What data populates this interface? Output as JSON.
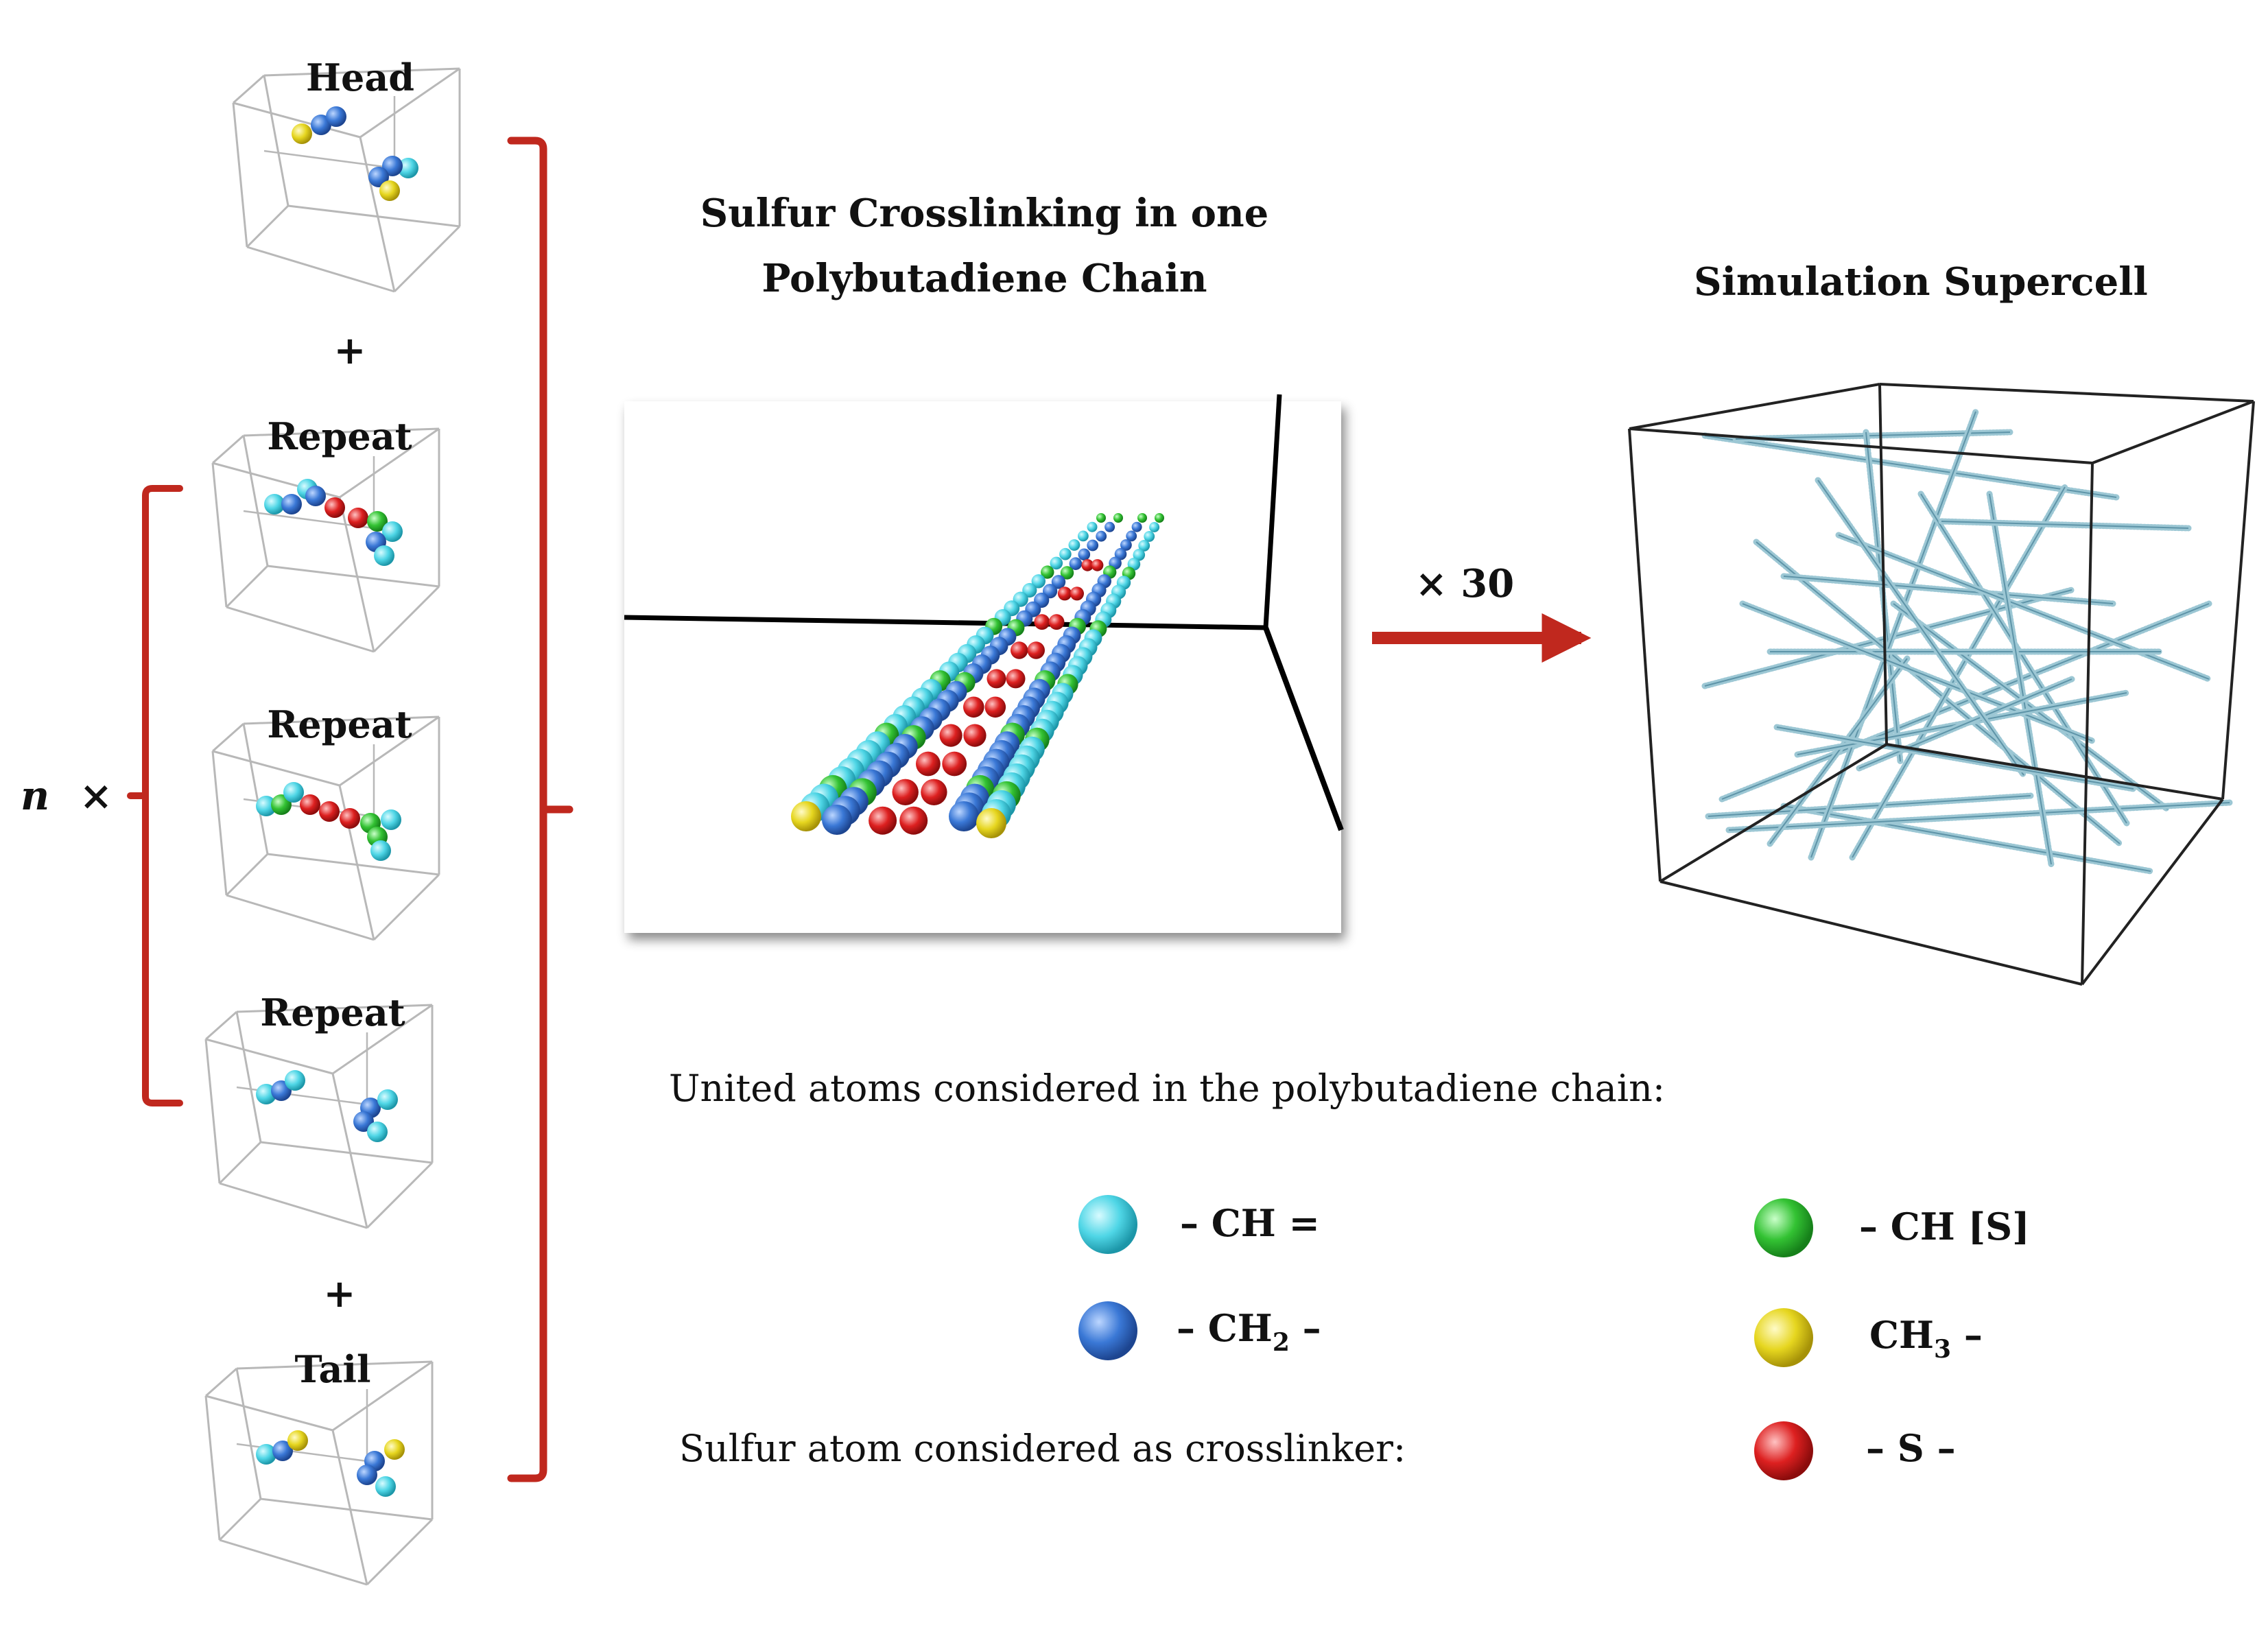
{
  "units": [
    {
      "label": "Head"
    },
    {
      "label": "Repeat"
    },
    {
      "label": "Repeat"
    },
    {
      "label": "Repeat"
    },
    {
      "label": "Tail"
    }
  ],
  "plus_sign": "+",
  "multiplier_label": "n",
  "multiplier_sign": "×",
  "chain_panel": {
    "title_line1": "Sulfur Crosslinking in one",
    "title_line2": "Polybutadiene Chain"
  },
  "arrow_label": "× 30",
  "supercell": {
    "title": "Simulation Supercell"
  },
  "legend": {
    "united_atoms_title": "United atoms considered in the polybutadiene chain:",
    "crosslinker_title": "Sulfur atom considered as crosslinker:",
    "items": [
      {
        "name": "ch-double",
        "color": "#4fd6e6",
        "text": "– CH =",
        "sub": "",
        "suffix": ""
      },
      {
        "name": "ch2",
        "color": "#3a78d6",
        "text": "– CH",
        "sub": "2",
        "suffix": " –"
      },
      {
        "name": "ch-s",
        "color": "#33c233",
        "text": "– CH [S]",
        "sub": "",
        "suffix": ""
      },
      {
        "name": "ch3",
        "color": "#e6d61f",
        "text": "CH",
        "sub": "3",
        "suffix": " –"
      },
      {
        "name": "s",
        "color": "#dd2020",
        "text": "– S –",
        "sub": "",
        "suffix": ""
      }
    ]
  },
  "colors": {
    "bracket": "#c0281e",
    "arrow": "#c0281e",
    "box_edge": "#b8b8b8",
    "supercell_edge": "#222222",
    "chain_strand": "#7fb3c4"
  }
}
